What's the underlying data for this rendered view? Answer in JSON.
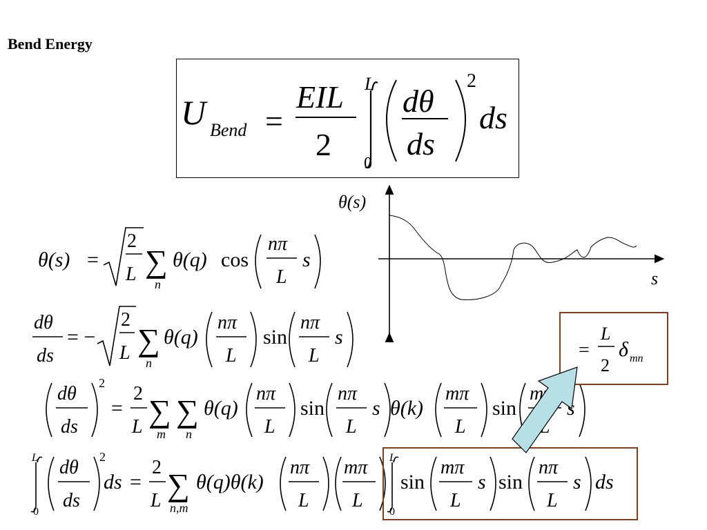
{
  "slide": {
    "title": "Bend Energy"
  },
  "main_equation": {
    "lhs": "U",
    "lhs_sub": "Bend",
    "equals": "=",
    "frac_num": "EIL",
    "frac_den": "2",
    "int_upper": "L",
    "int_lower": "0",
    "inner_num": "dθ",
    "inner_den": "ds",
    "power": "2",
    "tail": "ds"
  },
  "graph": {
    "y_label": "θ(s)",
    "x_label": "s"
  },
  "eq1": {
    "lhs": "θ(s)",
    "eq": "=",
    "sqrt_num": "2",
    "sqrt_den": "L",
    "sum_sub": "n",
    "coef": "θ(q)",
    "func": "cos",
    "arg_num": "nπ",
    "arg_den": "L",
    "arg_tail": "s"
  },
  "eq2": {
    "lhs_num": "dθ",
    "lhs_den": "ds",
    "eq": "= −",
    "sqrt_num": "2",
    "sqrt_den": "L",
    "sum_sub": "n",
    "coef": "θ(q)",
    "fac_num": "nπ",
    "fac_den": "L",
    "func": "sin",
    "arg_num": "nπ",
    "arg_den": "L",
    "arg_tail": "s"
  },
  "eq3": {
    "lhs_num": "dθ",
    "lhs_den": "ds",
    "power": "2",
    "eq": "=",
    "c_num": "2",
    "c_den": "L",
    "sum1_sub": "m",
    "sum2_sub": "n",
    "coef1": "θ(q)",
    "fac1_num": "nπ",
    "fac1_den": "L",
    "func1": "sin",
    "arg1_num": "nπ",
    "arg1_den": "L",
    "arg1_tail": "s",
    "coef2": "θ(k)",
    "fac2_num": "mπ",
    "fac2_den": "L",
    "func2": "sin",
    "arg2_num": "mπ",
    "arg2_den": "L",
    "arg2_tail": "s"
  },
  "eq4": {
    "int_upper": "L",
    "int_lower": "0",
    "lhs_num": "dθ",
    "lhs_den": "ds",
    "power": "2",
    "lhs_tail": "ds",
    "eq": "=",
    "c_num": "2",
    "c_den": "L",
    "sum_sub": "n,m",
    "coefs": "θ(q)θ(k)",
    "fac1_num": "nπ",
    "fac1_den": "L",
    "fac2_num": "mπ",
    "fac2_den": "L",
    "int2_upper": "L",
    "int2_lower": "0",
    "func1": "sin",
    "arg1_num": "mπ",
    "arg1_den": "L",
    "arg1_tail": "s",
    "func2": "sin",
    "arg2_num": "nπ",
    "arg2_den": "L",
    "arg2_tail": "s",
    "tail": "ds"
  },
  "result": {
    "eq": "=",
    "num": "L",
    "den": "2",
    "delta": "δ",
    "delta_sub": "mn"
  },
  "colors": {
    "highlight_border": "#8B3A1A",
    "arrow_fill": "#B7E0E6",
    "arrow_stroke": "#000000",
    "text": "#000000"
  },
  "icons": {
    "arrow": "arrow-up-right-icon"
  }
}
